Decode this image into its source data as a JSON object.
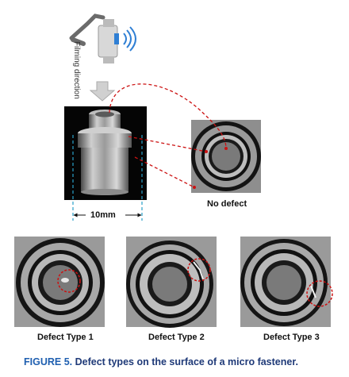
{
  "filming_direction": "Filming direction",
  "scale_label": "10mm",
  "no_defect_label": "No defect",
  "defects": [
    {
      "label": "Defect Type 1"
    },
    {
      "label": "Defect Type 2"
    },
    {
      "label": "Defect Type 3"
    }
  ],
  "caption": {
    "prefix": "FIGURE",
    "number": "5.",
    "text": "Defect types on the surface of a micro fastener."
  },
  "colors": {
    "highlight": "#cc1111",
    "scale": "#2aa0c8",
    "caption": "#1f3a78",
    "wifi": "#2f7fd4"
  },
  "icons": [
    "camera-icon",
    "wifi-signal-icon",
    "down-arrow-icon"
  ]
}
